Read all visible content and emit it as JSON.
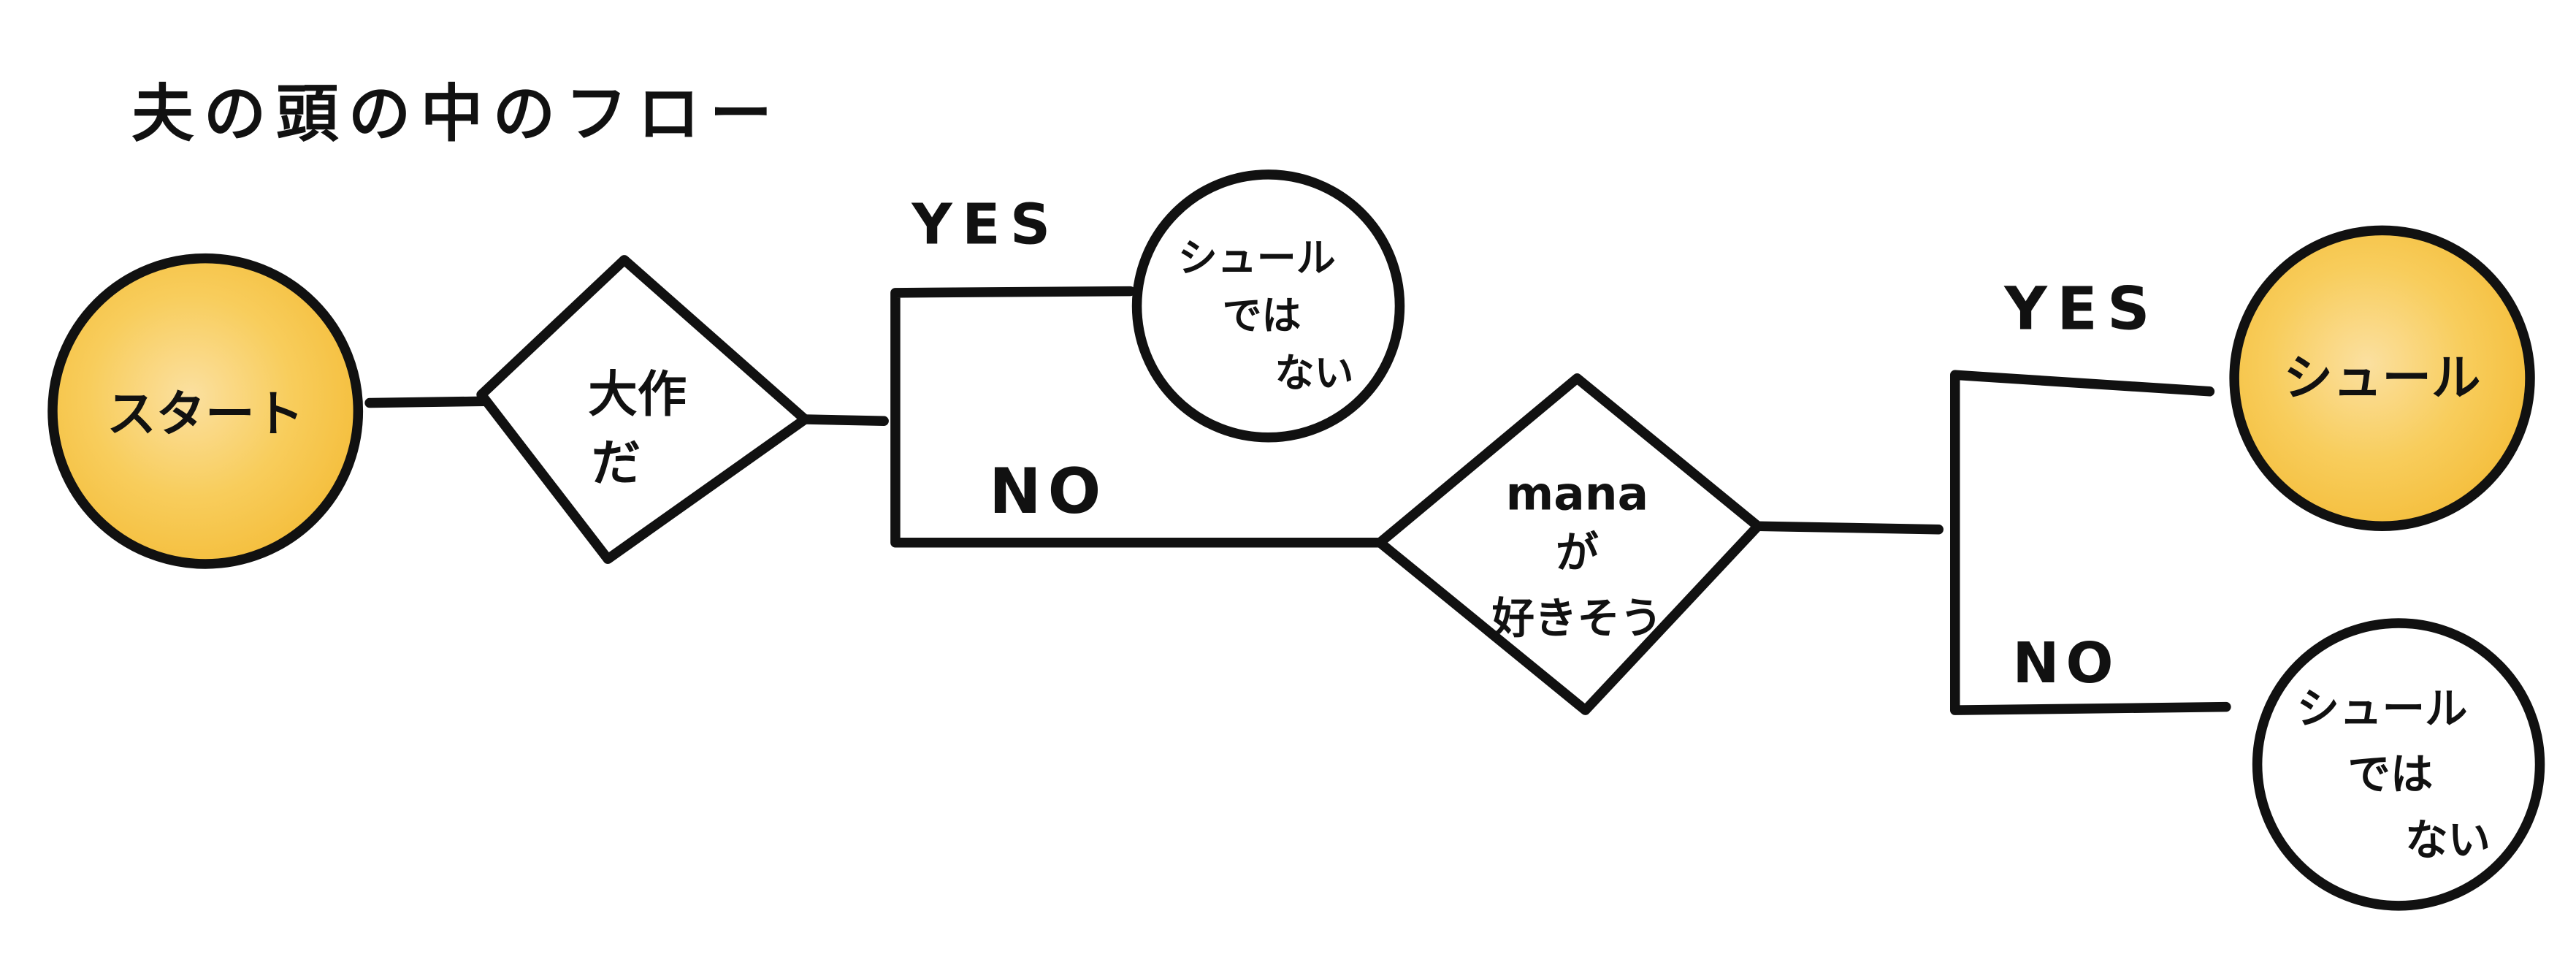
{
  "title": "夫の頭の中のフロー",
  "colors": {
    "accent": "#F7C548",
    "line": "#111111",
    "background": "#FFFFFF"
  },
  "nodes": {
    "start": {
      "label": "スタート"
    },
    "decision1": {
      "line1": "大作",
      "line2": "だ"
    },
    "result1": {
      "line1": "シュール",
      "line2": "では",
      "line3": "ない"
    },
    "decision2": {
      "line1": "mana",
      "line2": "が",
      "line3": "好きそう"
    },
    "result2": {
      "label": "シュール"
    },
    "result3": {
      "line1": "シュール",
      "line2": "では",
      "line3": "ない"
    }
  },
  "edges": {
    "d1_yes": "YES",
    "d1_no": "NO",
    "d2_yes": "YES",
    "d2_no": "NO"
  }
}
